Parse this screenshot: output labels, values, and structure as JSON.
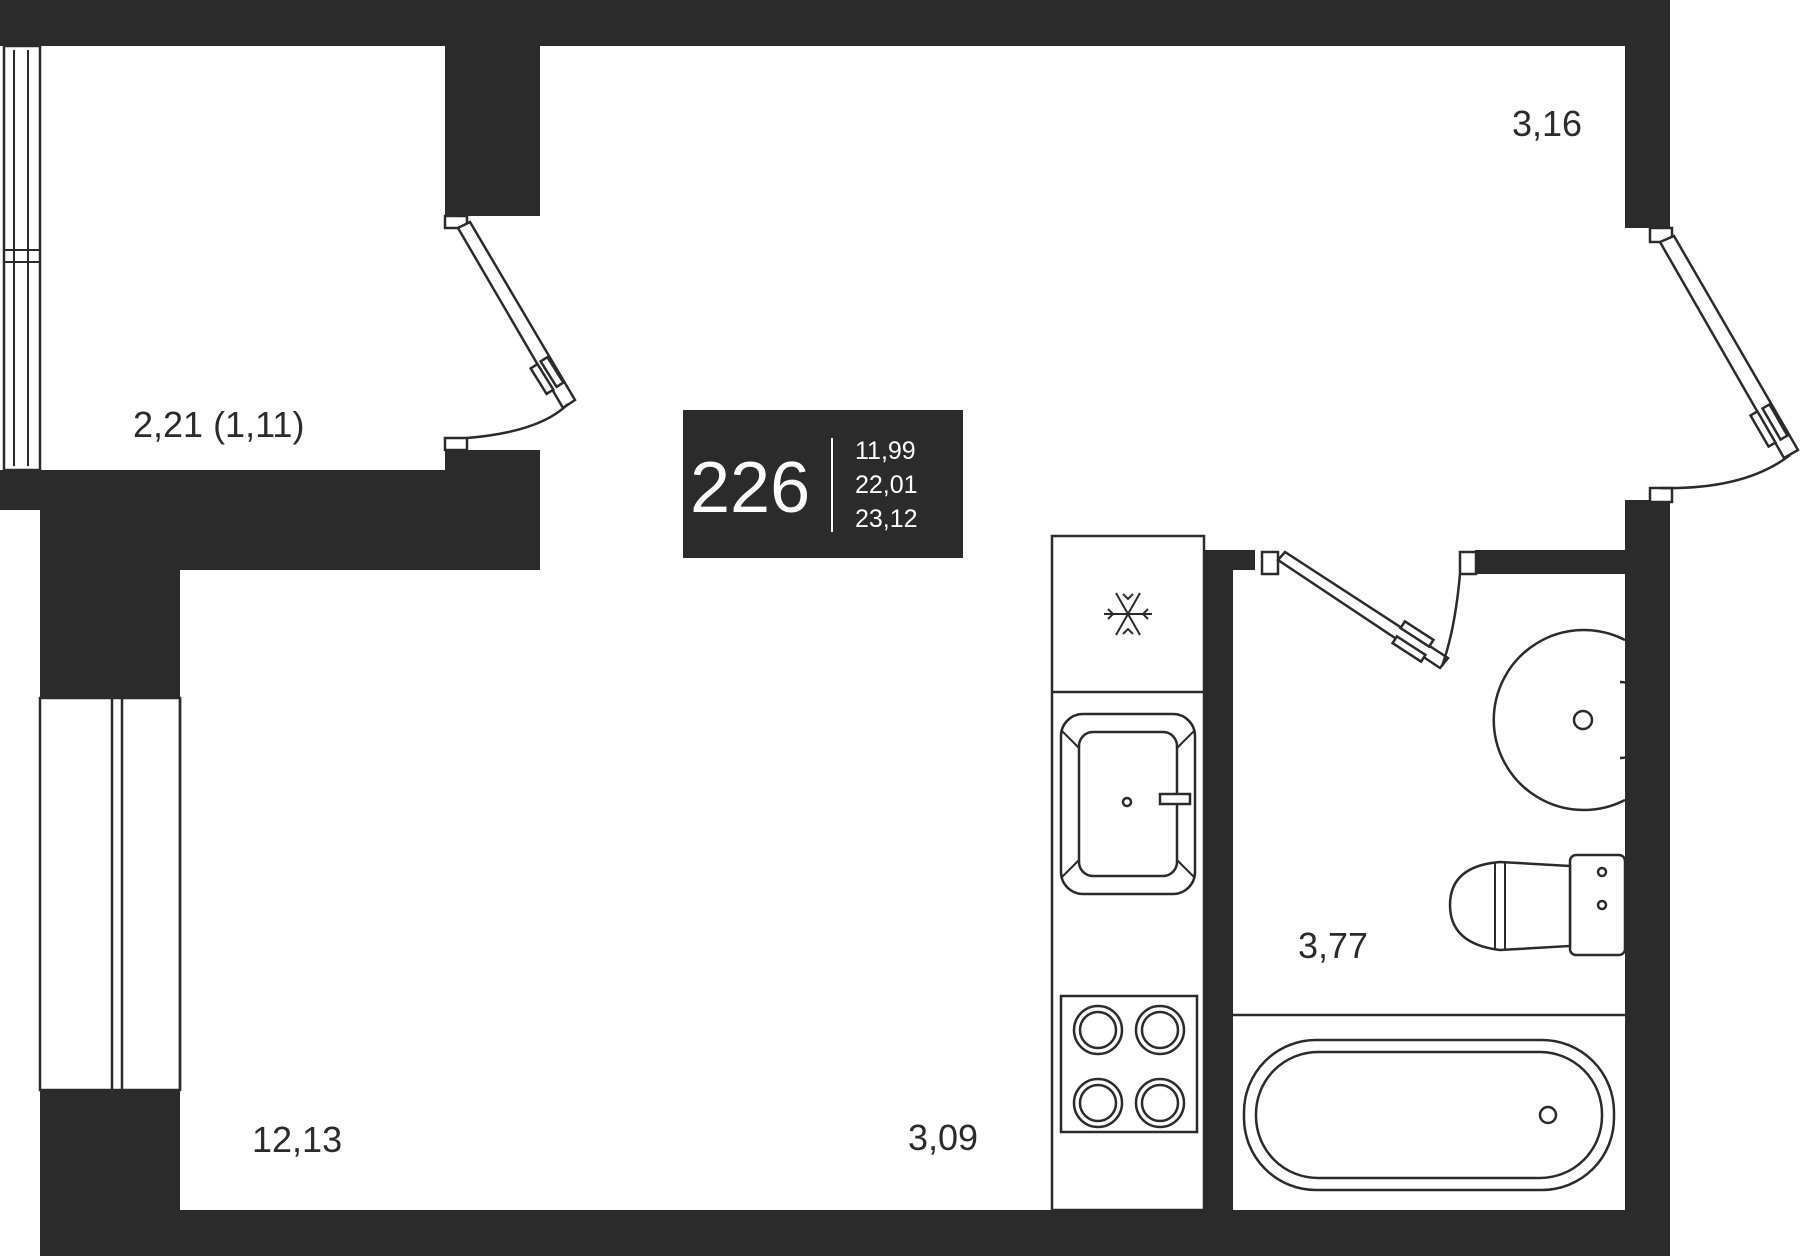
{
  "apartment": {
    "number": "226",
    "areas": [
      "11,99",
      "22,01",
      "23,12"
    ]
  },
  "rooms": {
    "balcony": "2,21 (1,11)",
    "hall": "3,16",
    "living_room": "12,13",
    "kitchen": "3,09",
    "bathroom": "3,77"
  },
  "colors": {
    "wall": "#2b2b2b",
    "background": "#ffffff"
  },
  "icons": {
    "fridge": "snowflake-icon"
  }
}
